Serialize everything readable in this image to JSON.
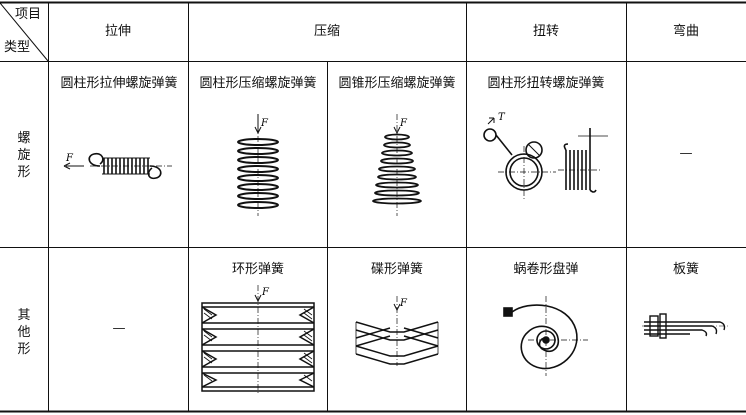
{
  "corner": {
    "top": "项目",
    "bottom": "类型"
  },
  "headers": {
    "tension": "拉伸",
    "compression": "压缩",
    "torsion": "扭转",
    "bending": "弯曲"
  },
  "rows": {
    "helical": {
      "label": "螺旋形",
      "cells": {
        "tension": "圆柱形拉伸螺旋弹簧",
        "compression_cyl": "圆柱形压缩螺旋弹簧",
        "compression_cone": "圆锥形压缩螺旋弹簧",
        "torsion": "圆柱形扭转螺旋弹簧",
        "bending": "—"
      }
    },
    "other": {
      "label": "其他形",
      "cells": {
        "tension": "—",
        "ring": "环形弹簧",
        "disc": "碟形弹簧",
        "spiral": "蜗卷形盘弹",
        "leaf": "板簧"
      }
    }
  },
  "force_symbol": "F",
  "torque_symbol": "T"
}
